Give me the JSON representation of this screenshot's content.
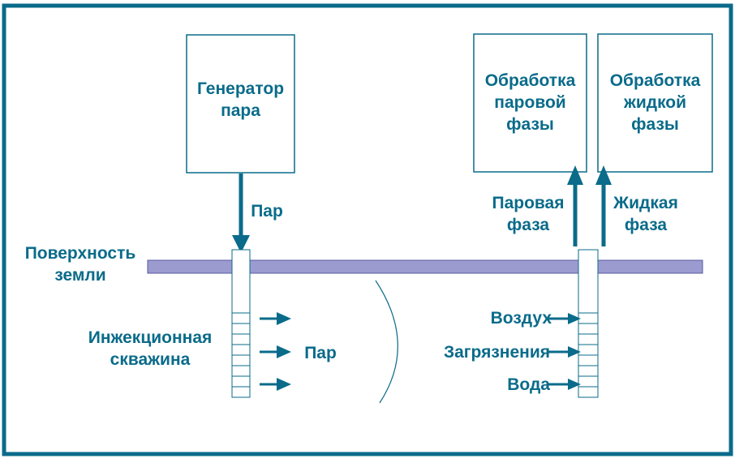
{
  "colors": {
    "frame": "#0a6b8a",
    "text": "#0a6b8a",
    "box_stroke": "#0a6b8a",
    "arrow": "#0a6b8a",
    "surface_fill": "#9b9bd0",
    "surface_stroke": "#5a5aa0"
  },
  "boxes": {
    "steam_generator": [
      "Генератор",
      "пара"
    ],
    "vapor_treatment": [
      "Обработка",
      "паровой",
      "фазы"
    ],
    "liquid_treatment": [
      "Обработка",
      "жидкой",
      "фазы"
    ]
  },
  "labels": {
    "steam_down": "Пар",
    "ground_surface": [
      "Поверхность",
      "земли"
    ],
    "injection_well": [
      "Инжекционная",
      "скважина"
    ],
    "steam_injected": "Пар",
    "vapor_phase": [
      "Паровая",
      "фаза"
    ],
    "liquid_phase": [
      "Жидкая",
      "фаза"
    ],
    "air": "Воздух",
    "contaminants": "Загрязнения",
    "water": "Вода"
  }
}
